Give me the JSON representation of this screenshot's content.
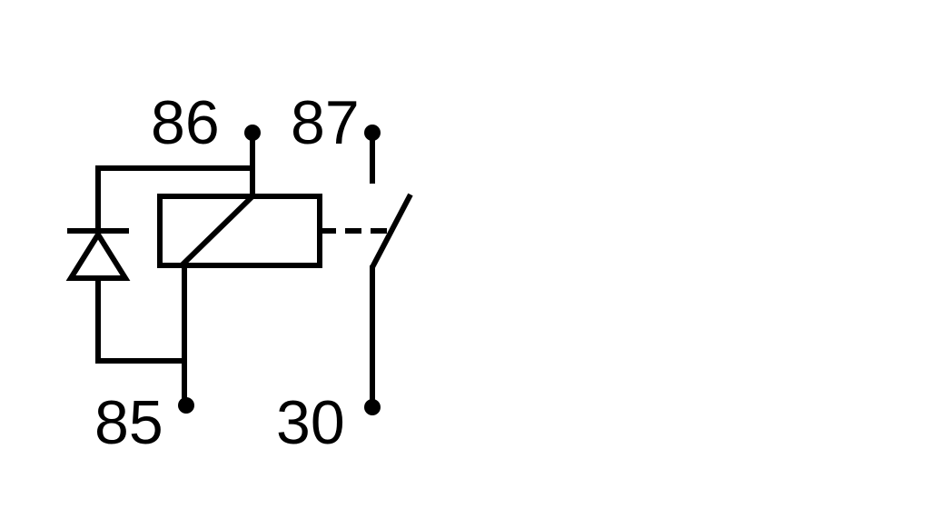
{
  "diagram": {
    "terminals": {
      "t86": "86",
      "t87": "87",
      "t85": "85",
      "t30": "30"
    }
  }
}
